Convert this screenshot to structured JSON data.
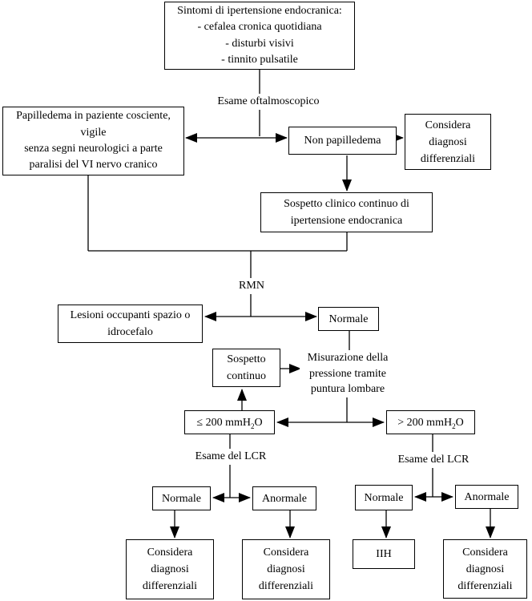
{
  "colors": {
    "background": "#ffffff",
    "line": "#000000",
    "text": "#000000",
    "box_border": "#000000"
  },
  "boxes": {
    "sintomi": {
      "lines": [
        "Sintomi di ipertensione endocranica:",
        "- cefalea cronica quotidiana",
        "- disturbi visivi",
        "- tinnito pulsatile"
      ]
    },
    "papilledema": {
      "lines": [
        "Papilledema in paziente cosciente,",
        "vigile",
        "senza segni neurologici a parte",
        "paralisi del VI nervo cranico"
      ]
    },
    "non_papilledema": {
      "label": "Non papilledema"
    },
    "considera_top": {
      "lines": [
        "Considera",
        "diagnosi",
        "differenziali"
      ]
    },
    "sospetto_clinico": {
      "lines": [
        "Sospetto clinico continuo di",
        "ipertensione endocranica"
      ]
    },
    "lesioni": {
      "lines": [
        "Lesioni occupanti spazio o",
        "idrocefalo"
      ]
    },
    "normale_rmn": {
      "label": "Normale"
    },
    "sospetto_continuo": {
      "lines": [
        "Sospetto",
        "continuo"
      ]
    },
    "pressione_bassa": {
      "pre": "≤ 200 mmH",
      "sub": "2",
      "post": "O"
    },
    "pressione_alta": {
      "pre": "> 200 mmH",
      "sub": "2",
      "post": "O"
    },
    "normale_sx": {
      "label": "Normale"
    },
    "anormale_sx": {
      "label": "Anormale"
    },
    "normale_dx": {
      "label": "Normale"
    },
    "anormale_dx": {
      "label": "Anormale"
    },
    "considera_sx1": {
      "lines": [
        "Considera",
        "diagnosi",
        "differenziali"
      ]
    },
    "considera_sx2": {
      "lines": [
        "Considera",
        "diagnosi",
        "differenziali"
      ]
    },
    "iih": {
      "label": "IIH"
    },
    "considera_dx": {
      "lines": [
        "Considera",
        "diagnosi",
        "differenziali"
      ]
    }
  },
  "labels": {
    "esame_oftalmoscopico": "Esame oftalmoscopico",
    "rmn": "RMN",
    "misurazione": {
      "lines": [
        "Misurazione della",
        "pressione tramite",
        "puntura lombare"
      ]
    },
    "esame_lcr_sx": "Esame del LCR",
    "esame_lcr_dx": "Esame del LCR"
  }
}
